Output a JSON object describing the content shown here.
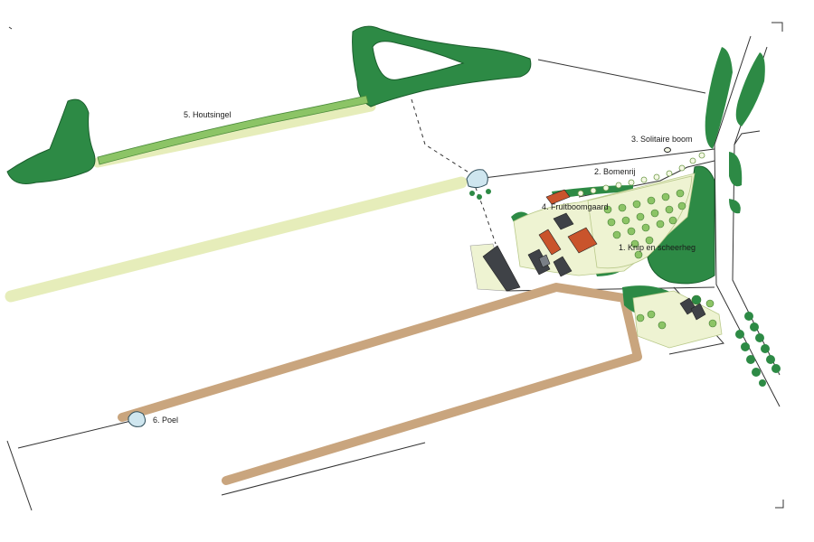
{
  "map": {
    "colors": {
      "hedge_dark": "#1f7a3a",
      "hedge_mid": "#3f9a4e",
      "tree_light": "#9fcf6e",
      "grass_strip": "#e6edba",
      "sand_path": "#c9a57e",
      "pond": "#cfe6ef",
      "building_dark": "#3f4247",
      "roof_orange": "#c9542c",
      "yard": "#eef3d2",
      "line": "#333333"
    },
    "labels": {
      "knip_en_scheerheg": "1. Knip en scheerheg",
      "bomenrij": "2. Bomenrij",
      "solitaire_boom": "3. Solitaire boom",
      "fruitboomgaard": "4. Fruitboomgaard",
      "houtsingel": "5. Houtsingel",
      "poel": "6. Poel"
    }
  }
}
